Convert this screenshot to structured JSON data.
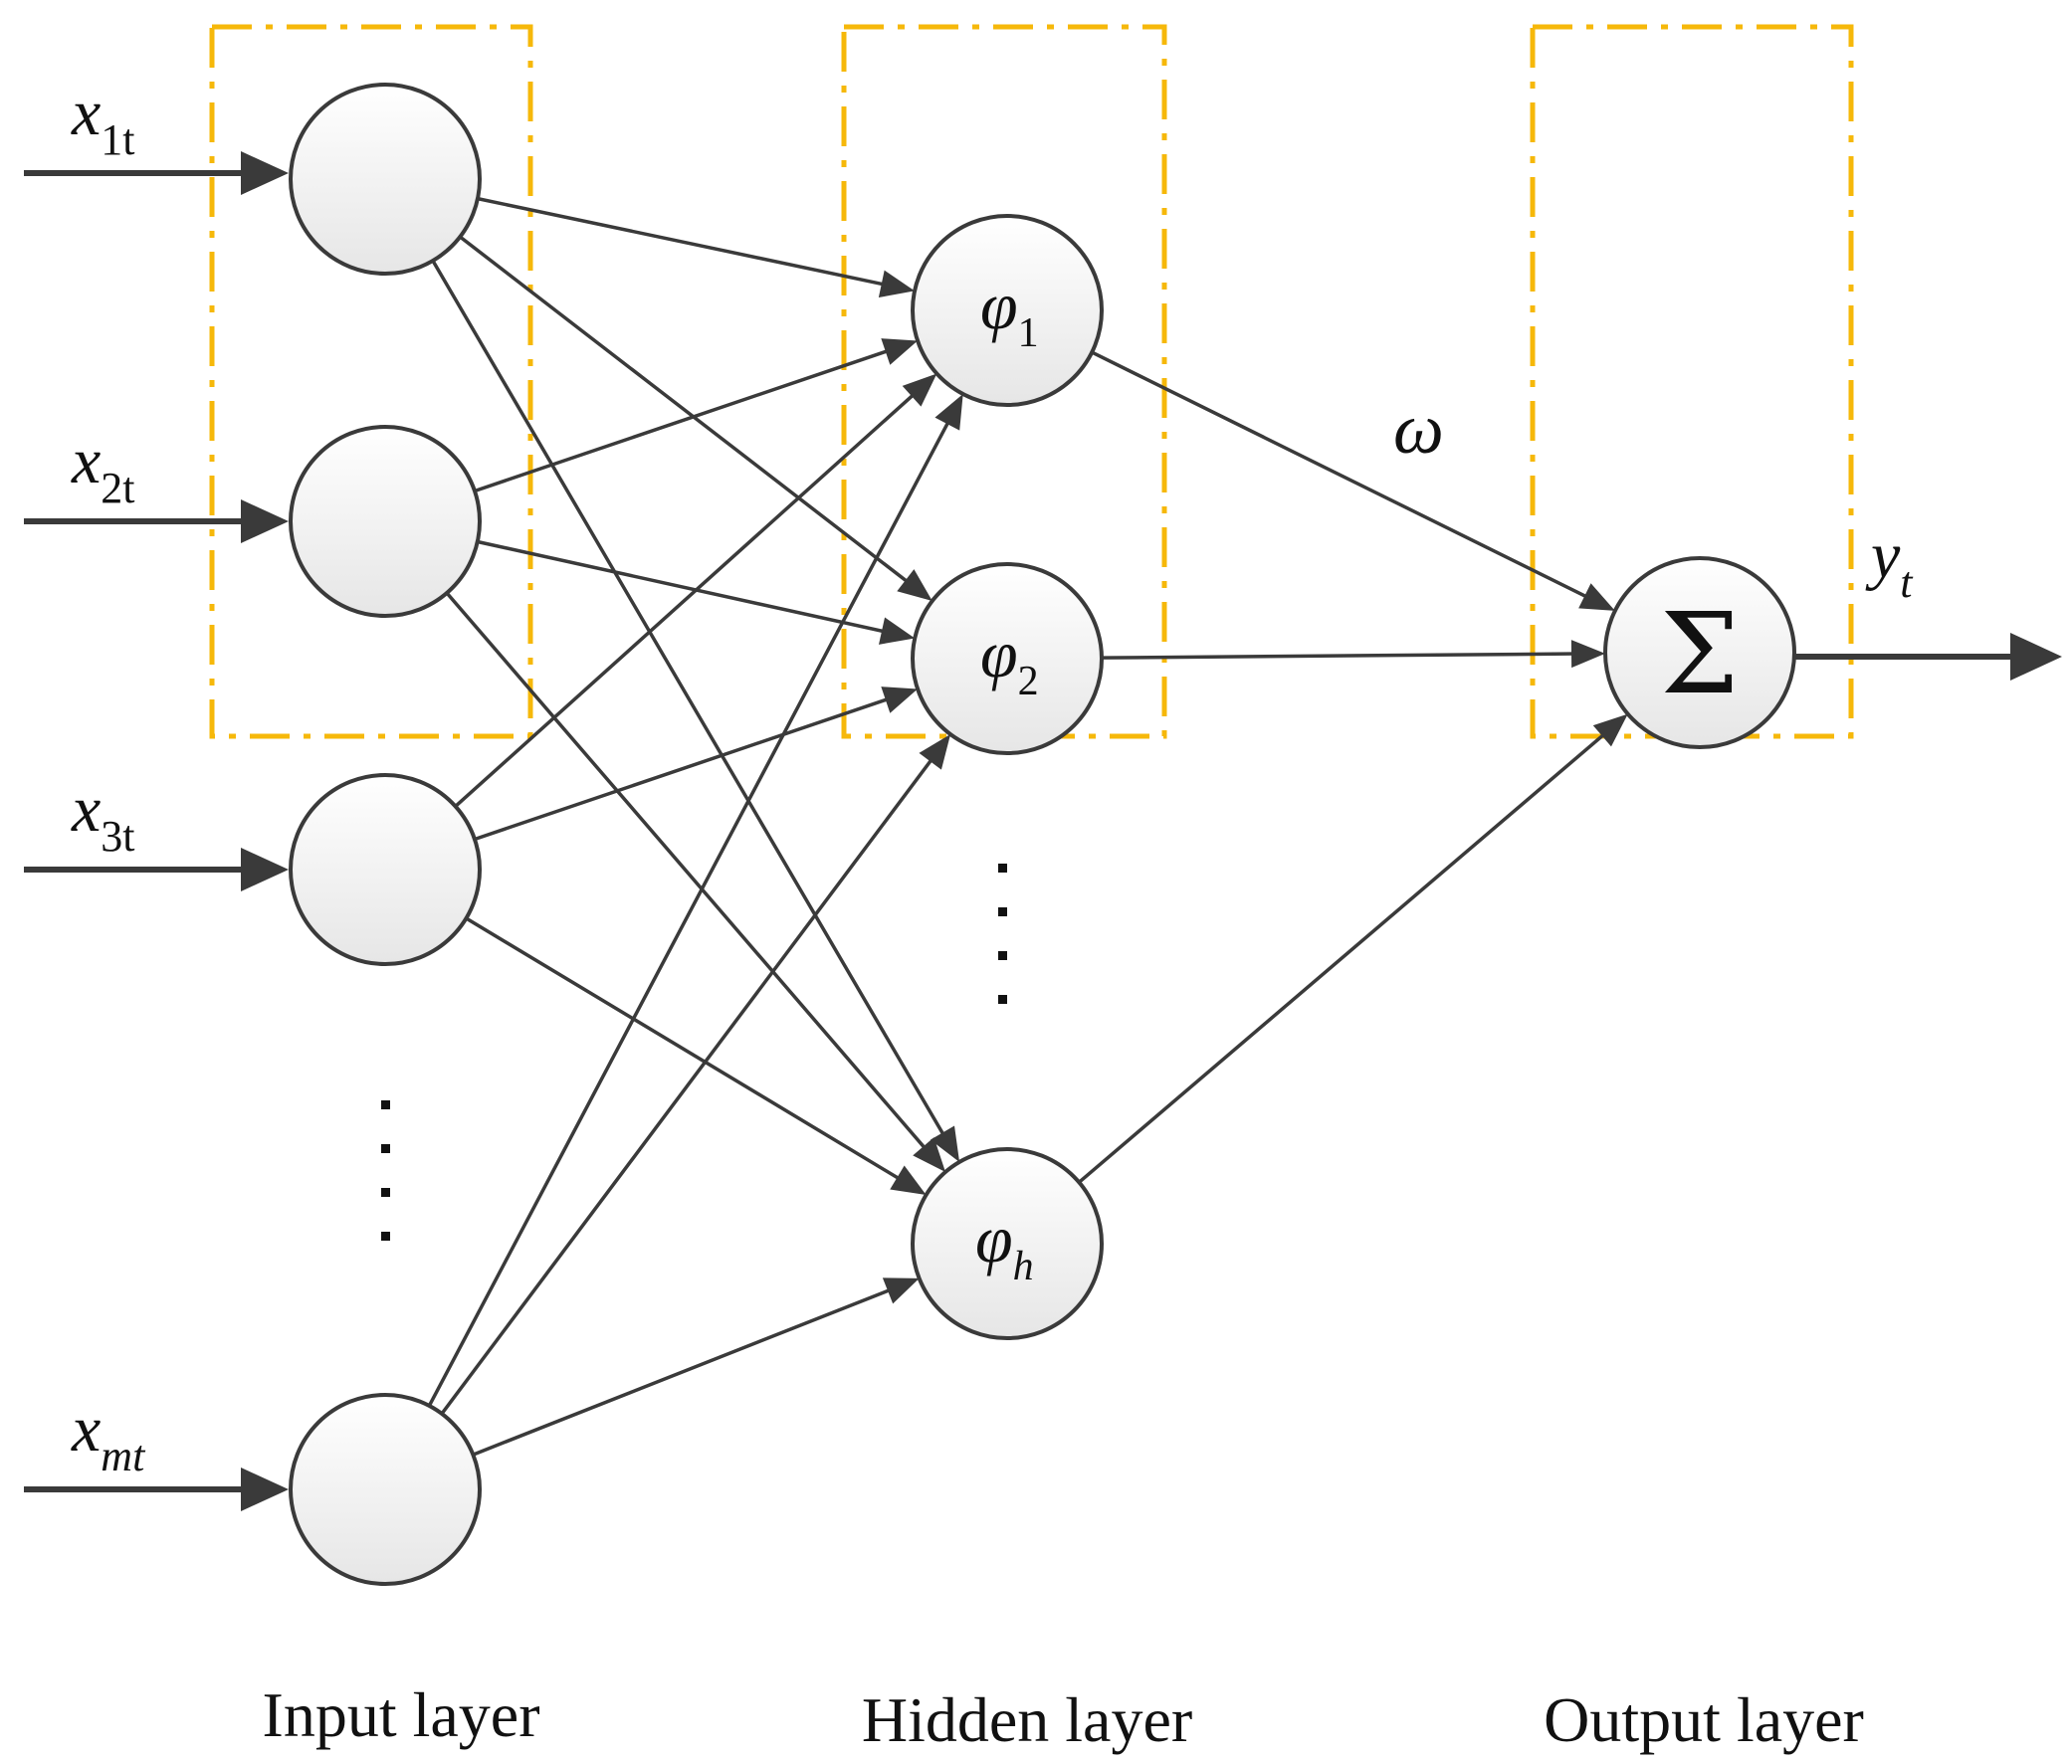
{
  "layers": {
    "input_label": "Input layer",
    "hidden_label": "Hidden layer",
    "output_label": "Output layer"
  },
  "inputs": [
    {
      "symbol": "x",
      "subscript": "1t"
    },
    {
      "symbol": "x",
      "subscript": "2t"
    },
    {
      "symbol": "x",
      "subscript": "3t"
    },
    {
      "symbol": "x",
      "subscript": "mt"
    }
  ],
  "hidden_nodes": [
    {
      "symbol": "φ",
      "subscript": "1"
    },
    {
      "symbol": "φ",
      "subscript": "2"
    },
    {
      "symbol": "φ",
      "subscript": "h"
    }
  ],
  "output_node": {
    "symbol": "Σ"
  },
  "weight_label": "ω",
  "output": {
    "symbol": "y",
    "subscript": "t"
  },
  "colors": {
    "layer_box": "#F6B80A",
    "stroke": "#3a3a3a",
    "node_fill_top": "#ffffff",
    "node_fill_bottom": "#e8e8e8"
  }
}
